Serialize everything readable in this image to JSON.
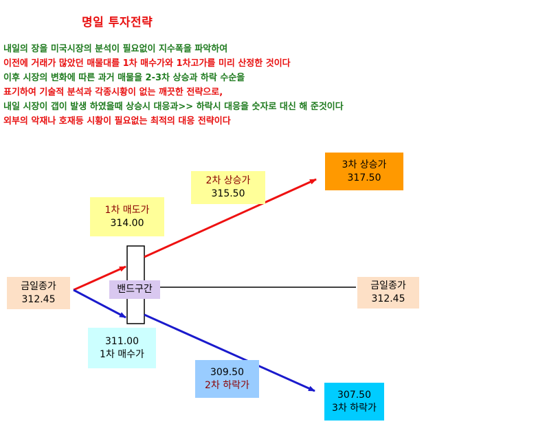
{
  "title": "명일 투자전략",
  "description": [
    {
      "text": "내일의 장을 미국시장의 분석이 필요없이 지수폭을 파악하여",
      "color": "#1e7a1e"
    },
    {
      "text": "이전에 거래가 많았던 매물대를 1차 매수가와 1차고가를 미리 산정한 것이다",
      "color": "#e81010"
    },
    {
      "text": "이후 시장의 변화에 따른 과거 매물을 2-3차 상승과 하락 수순을",
      "color": "#1e7a1e"
    },
    {
      "text": "표기하여 기술적  분석과 각종시황이 없는 깨끗한 전략으로,",
      "color": "#e81010"
    },
    {
      "text": "내일 시장이 갭이 발생 하였을때 상승시 대응과>> 하락시 대응을 숫자로 대신 해 준것이다",
      "color": "#1e7a1e"
    },
    {
      "text": "외부의 악재나 호재등  시황이 필요없는 최적의 대응 전략이다",
      "color": "#e81010"
    }
  ],
  "nodes": {
    "close_left": {
      "label": "금일종가",
      "value": "312.45",
      "color": "#fde0c6"
    },
    "band": {
      "label": "밴드구간",
      "color": "#d9c8f0"
    },
    "sell1": {
      "label": "1차 매도가",
      "value": "314.00",
      "color": "#ffff99"
    },
    "rise2": {
      "label": "2차 상승가",
      "value": "315.50",
      "color": "#ffff99"
    },
    "rise3": {
      "label": "3차 상승가",
      "value": "317.50",
      "color": "#ff9900"
    },
    "close_right": {
      "label": "금일종가",
      "value": "312.45",
      "color": "#fde0c6"
    },
    "buy1": {
      "value": "311.00",
      "label": "1차 매수가",
      "color": "#ccffff"
    },
    "fall2": {
      "value": "309.50",
      "label": "2차 하락가",
      "color": "#99ccff"
    },
    "fall3": {
      "value": "307.50",
      "label": "3차 하락가",
      "color": "#00ccff"
    }
  },
  "colors": {
    "up_arrow": "#ee1111",
    "down_arrow": "#1a1acc",
    "flat_line": "#000000"
  }
}
